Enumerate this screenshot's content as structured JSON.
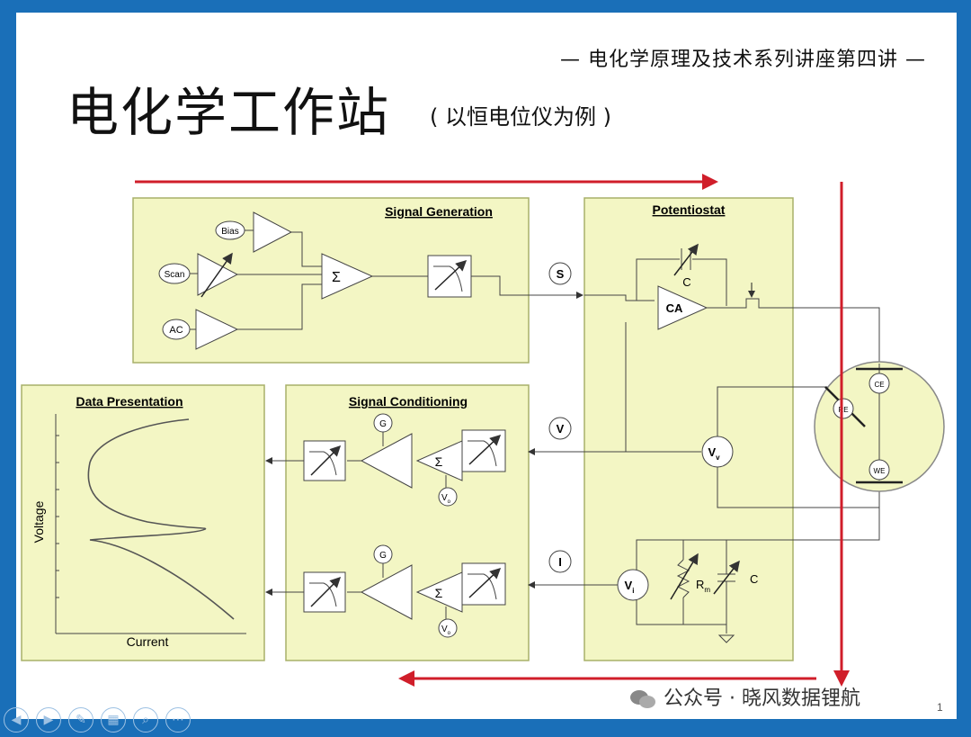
{
  "slide": {
    "series_title": "— 电化学原理及技术系列讲座第四讲 —",
    "title": "电化学工作站",
    "title_note": "( 以恒电位仪为例 )",
    "page_number": "1"
  },
  "diagram": {
    "signal_generation": {
      "label": "Signal Generation",
      "inputs": [
        "Bias",
        "Scan",
        "AC"
      ],
      "sum_symbol": "Σ"
    },
    "potentiostat": {
      "label": "Potentiostat",
      "amplifier": "CA",
      "capacitor": "C",
      "voltmeter_v": "V",
      "voltmeter_v_sub": "v",
      "voltmeter_i": "V",
      "voltmeter_i_sub": "i",
      "resistor": "R",
      "resistor_sub": "m",
      "capacitor2": "C"
    },
    "signals": {
      "s": "S",
      "v": "V",
      "i": "I"
    },
    "signal_conditioning": {
      "label": "Signal Conditioning",
      "gain": "G",
      "sum_symbol": "Σ",
      "offset": "V",
      "offset_sub": "o"
    },
    "data_presentation": {
      "label": "Data Presentation",
      "xlabel": "Current",
      "ylabel": "Voltage"
    },
    "cell": {
      "counter": "CE",
      "reference": "RE",
      "working": "WE"
    }
  },
  "footer": {
    "text": "公众号 · 晓风数据锂航"
  },
  "colors": {
    "panel": "#f3f6c4",
    "panel_border": "#a8b06a",
    "arrow": "#d01e2a",
    "frame": "#1a6fb8"
  }
}
